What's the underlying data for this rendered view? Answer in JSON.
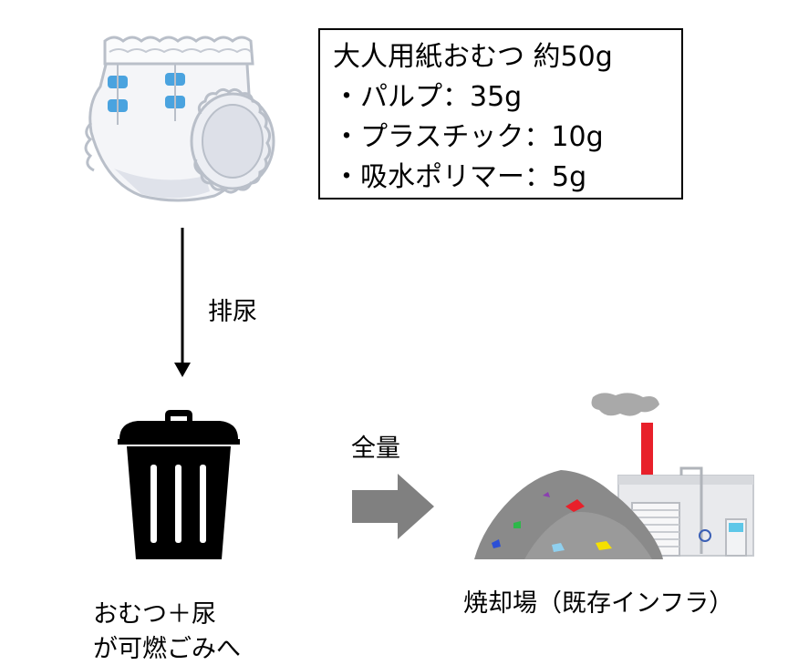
{
  "info": {
    "title": "大人用紙おむつ 約50g",
    "items": [
      "・パルプ：35g",
      "・プラスチック：10g",
      "・吸水ポリマー：5g"
    ]
  },
  "labels": {
    "urination": "排尿",
    "diaper_waste": "おむつ＋尿",
    "diaper_waste2": "が可燃ごみへ",
    "all": "全量",
    "incinerator": "焼却場（既存インフラ）"
  },
  "colors": {
    "diaper_tab": "#4aa3df",
    "diaper_outline": "#b9bfc9",
    "chimney": "#e8202a",
    "pile": "#8a8a8a",
    "arrow_gray": "#808080"
  }
}
